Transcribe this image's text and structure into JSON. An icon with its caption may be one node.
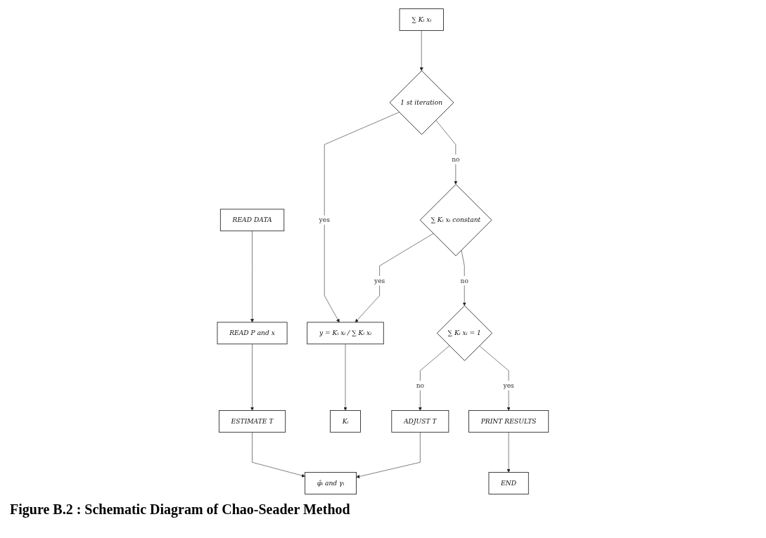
{
  "diagram": {
    "caption": "Figure B.2 : Schematic Diagram of Chao-Seader Method",
    "nodes": [
      {
        "text": [
          "READ DATA"
        ]
      },
      {
        "text": [
          "READ P and x"
        ]
      },
      {
        "text": [
          "ESTIMATE T"
        ]
      },
      {
        "text": [
          "φ̂ᵢ and γᵢ"
        ]
      },
      {
        "text": [
          "Kᵢ"
        ]
      },
      {
        "text": [
          "∑ Kᵢ xᵢ"
        ]
      },
      {
        "text": [
          "1 st iteration"
        ]
      },
      {
        "text": [
          "y = Kᵢ xᵢ / ∑ Kᵢ xᵢ"
        ]
      },
      {
        "text": [
          "ADJUST T"
        ]
      },
      {
        "text": [
          "∑ Kᵢ xᵢ constant"
        ]
      },
      {
        "text": [
          "∑ Kᵢ xᵢ = 1"
        ]
      },
      {
        "text": [
          "PRINT RESULTS"
        ]
      },
      {
        "text": [
          "END"
        ]
      }
    ],
    "edges": [
      {
        "from": 0,
        "to": 1,
        "arrow": "to"
      },
      {
        "from": 1,
        "to": 2,
        "arrow": "to"
      },
      {
        "from": 2,
        "to": 3,
        "arrow": "to"
      },
      {
        "from": 5,
        "to": 6,
        "arrow": "to"
      },
      {
        "from": 6,
        "to": 7,
        "label": "yes",
        "arrow": "to"
      },
      {
        "from": 6,
        "to": 9,
        "label": "no",
        "arrow": "to"
      },
      {
        "from": 9,
        "to": 7,
        "label": "yes",
        "arrow": "to"
      },
      {
        "from": 7,
        "to": 4,
        "arrow": "to"
      },
      {
        "from": 9,
        "to": 10,
        "label": "no",
        "arrow": "to"
      },
      {
        "from": 10,
        "to": 8,
        "label": "no",
        "arrow": "to"
      },
      {
        "from": 8,
        "to": 3,
        "arrow": "to"
      },
      {
        "from": 10,
        "to": 11,
        "label": "yes",
        "arrow": "to"
      },
      {
        "from": 11,
        "to": 12,
        "arrow": "to"
      }
    ]
  }
}
